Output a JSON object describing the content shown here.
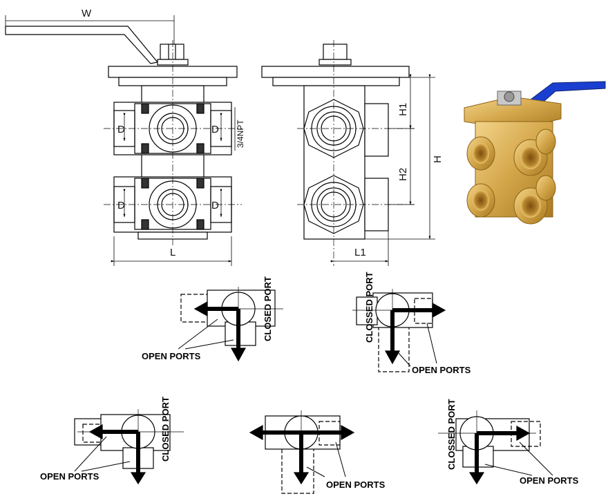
{
  "top_drawing": {
    "labels": {
      "w": "W",
      "l": "L",
      "l1": "L1",
      "h": "H",
      "h1": "H1",
      "h2": "H2",
      "d": "D",
      "npt": "3/4NPT"
    }
  },
  "product_photo": {
    "colors": {
      "brass": "#d4a64a",
      "brass_dark": "#a87a22",
      "handle": "#1a3fd0"
    }
  },
  "flow_diagrams": {
    "open_ports": "OPEN PORTS",
    "closed_port": "CLOSED PORT",
    "clossed_port": "CLOSSED PORT"
  }
}
